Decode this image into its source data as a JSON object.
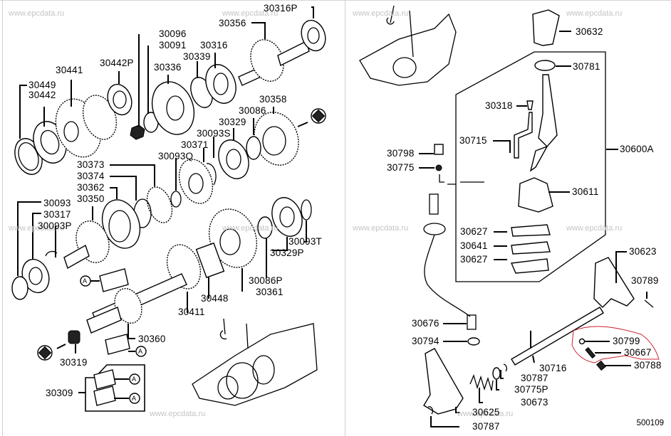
{
  "watermark": "www.epcdata.ru",
  "diagram_code": "500109",
  "left_panel": {
    "labels": [
      {
        "id": "30449",
        "text": "30449"
      },
      {
        "id": "30442",
        "text": "30442"
      },
      {
        "id": "30441",
        "text": "30441"
      },
      {
        "id": "30442P",
        "text": "30442P"
      },
      {
        "id": "30096",
        "text": "30096"
      },
      {
        "id": "30091",
        "text": "30091"
      },
      {
        "id": "30336",
        "text": "30336"
      },
      {
        "id": "30339",
        "text": "30339"
      },
      {
        "id": "30316",
        "text": "30316"
      },
      {
        "id": "30356",
        "text": "30356"
      },
      {
        "id": "30316P",
        "text": "30316P"
      },
      {
        "id": "30358",
        "text": "30358"
      },
      {
        "id": "30086",
        "text": "30086"
      },
      {
        "id": "30329",
        "text": "30329"
      },
      {
        "id": "30093S",
        "text": "30093S"
      },
      {
        "id": "30371",
        "text": "30371"
      },
      {
        "id": "30093Q",
        "text": "30093Q"
      },
      {
        "id": "30373",
        "text": "30373"
      },
      {
        "id": "30374",
        "text": "30374"
      },
      {
        "id": "30362",
        "text": "30362"
      },
      {
        "id": "30350",
        "text": "30350"
      },
      {
        "id": "30093",
        "text": "30093"
      },
      {
        "id": "30317",
        "text": "30317"
      },
      {
        "id": "30093P",
        "text": "30093P"
      },
      {
        "id": "30093T",
        "text": "30093T"
      },
      {
        "id": "30329P",
        "text": "30329P"
      },
      {
        "id": "30086P",
        "text": "30086P"
      },
      {
        "id": "30361",
        "text": "30361"
      },
      {
        "id": "30448",
        "text": "30448"
      },
      {
        "id": "30411",
        "text": "30411"
      },
      {
        "id": "30360",
        "text": "30360"
      },
      {
        "id": "30319",
        "text": "30319"
      },
      {
        "id": "30309",
        "text": "30309"
      }
    ],
    "callout_marker": "A"
  },
  "right_panel": {
    "labels": [
      {
        "id": "30632",
        "text": "30632"
      },
      {
        "id": "30781",
        "text": "30781"
      },
      {
        "id": "30318",
        "text": "30318"
      },
      {
        "id": "30715",
        "text": "30715"
      },
      {
        "id": "30600A",
        "text": "30600A"
      },
      {
        "id": "30798",
        "text": "30798"
      },
      {
        "id": "30775",
        "text": "30775"
      },
      {
        "id": "30611",
        "text": "30611"
      },
      {
        "id": "30627a",
        "text": "30627"
      },
      {
        "id": "30641",
        "text": "30641"
      },
      {
        "id": "30627b",
        "text": "30627"
      },
      {
        "id": "30623",
        "text": "30623"
      },
      {
        "id": "30789",
        "text": "30789"
      },
      {
        "id": "30676",
        "text": "30676"
      },
      {
        "id": "30794",
        "text": "30794"
      },
      {
        "id": "30716",
        "text": "30716"
      },
      {
        "id": "30799",
        "text": "30799"
      },
      {
        "id": "30667",
        "text": "30667"
      },
      {
        "id": "30788",
        "text": "30788"
      },
      {
        "id": "30787a",
        "text": "30787"
      },
      {
        "id": "30775P",
        "text": "30775P"
      },
      {
        "id": "30673",
        "text": "30673"
      },
      {
        "id": "30625",
        "text": "30625"
      },
      {
        "id": "30787b",
        "text": "30787"
      }
    ],
    "highlight_color": "#cc2233"
  }
}
